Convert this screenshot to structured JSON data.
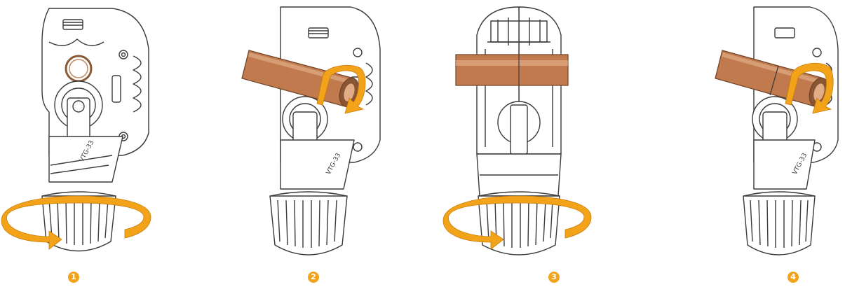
{
  "colors": {
    "accent": "#F2A31A",
    "accent_dark": "#C97D0C",
    "copper": "#C07A4E",
    "copper_light": "#E2AC86",
    "line": "#3a3a3a"
  },
  "steps": [
    {
      "number": "1",
      "icon": "rotate-knob-arrow-icon"
    },
    {
      "number": "2",
      "icon": "rotate-cutter-arrow-icon"
    },
    {
      "number": "3",
      "icon": "rotate-knob-arrow-icon"
    },
    {
      "number": "4",
      "icon": "rotate-cutter-arrow-icon"
    }
  ]
}
